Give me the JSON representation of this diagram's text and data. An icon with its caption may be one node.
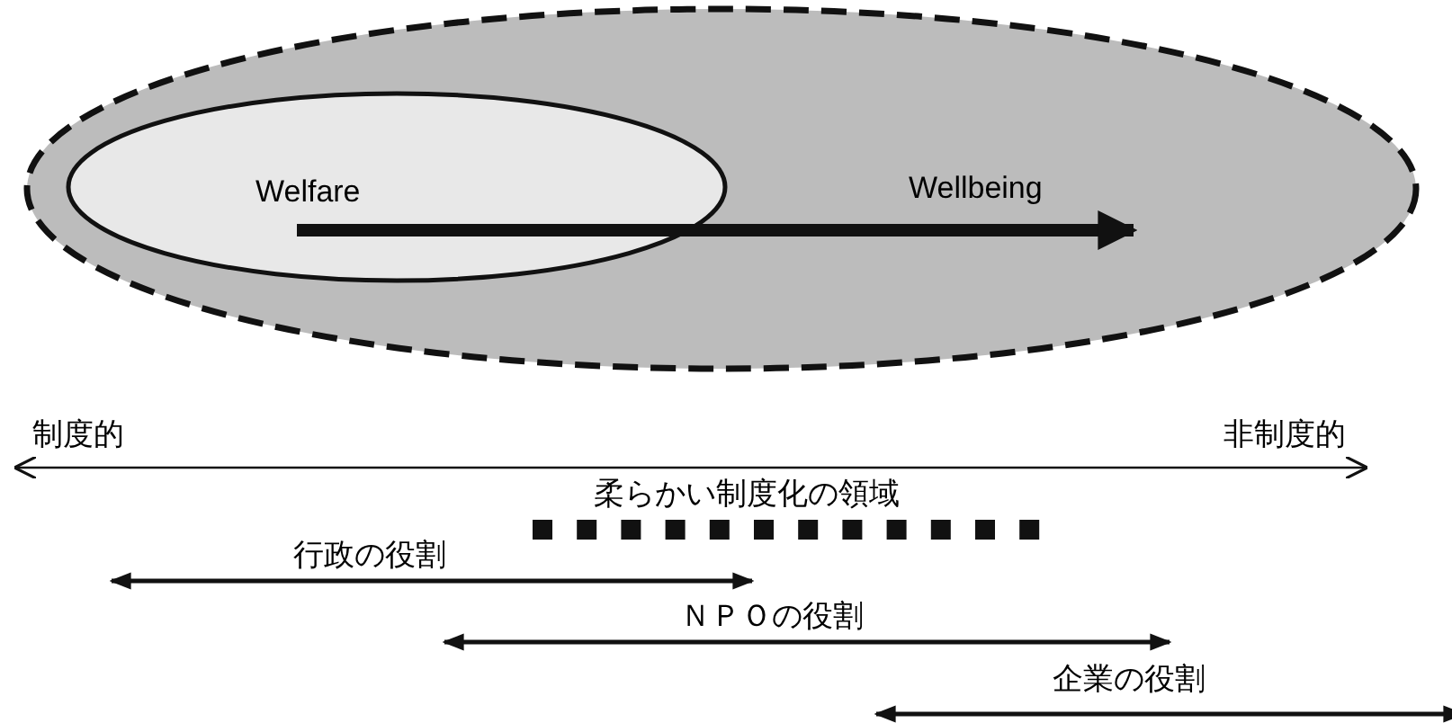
{
  "diagram": {
    "nodes": [
      {
        "text": [
          "Wellbeing"
        ]
      },
      {
        "text": [
          "Welfare"
        ],
        "in": 0
      }
    ],
    "labels": [
      "制度的",
      "非制度的",
      "柔らかい制度化の領域",
      "行政の役割",
      "ＮＰＯの役割",
      "企業の役割"
    ]
  }
}
